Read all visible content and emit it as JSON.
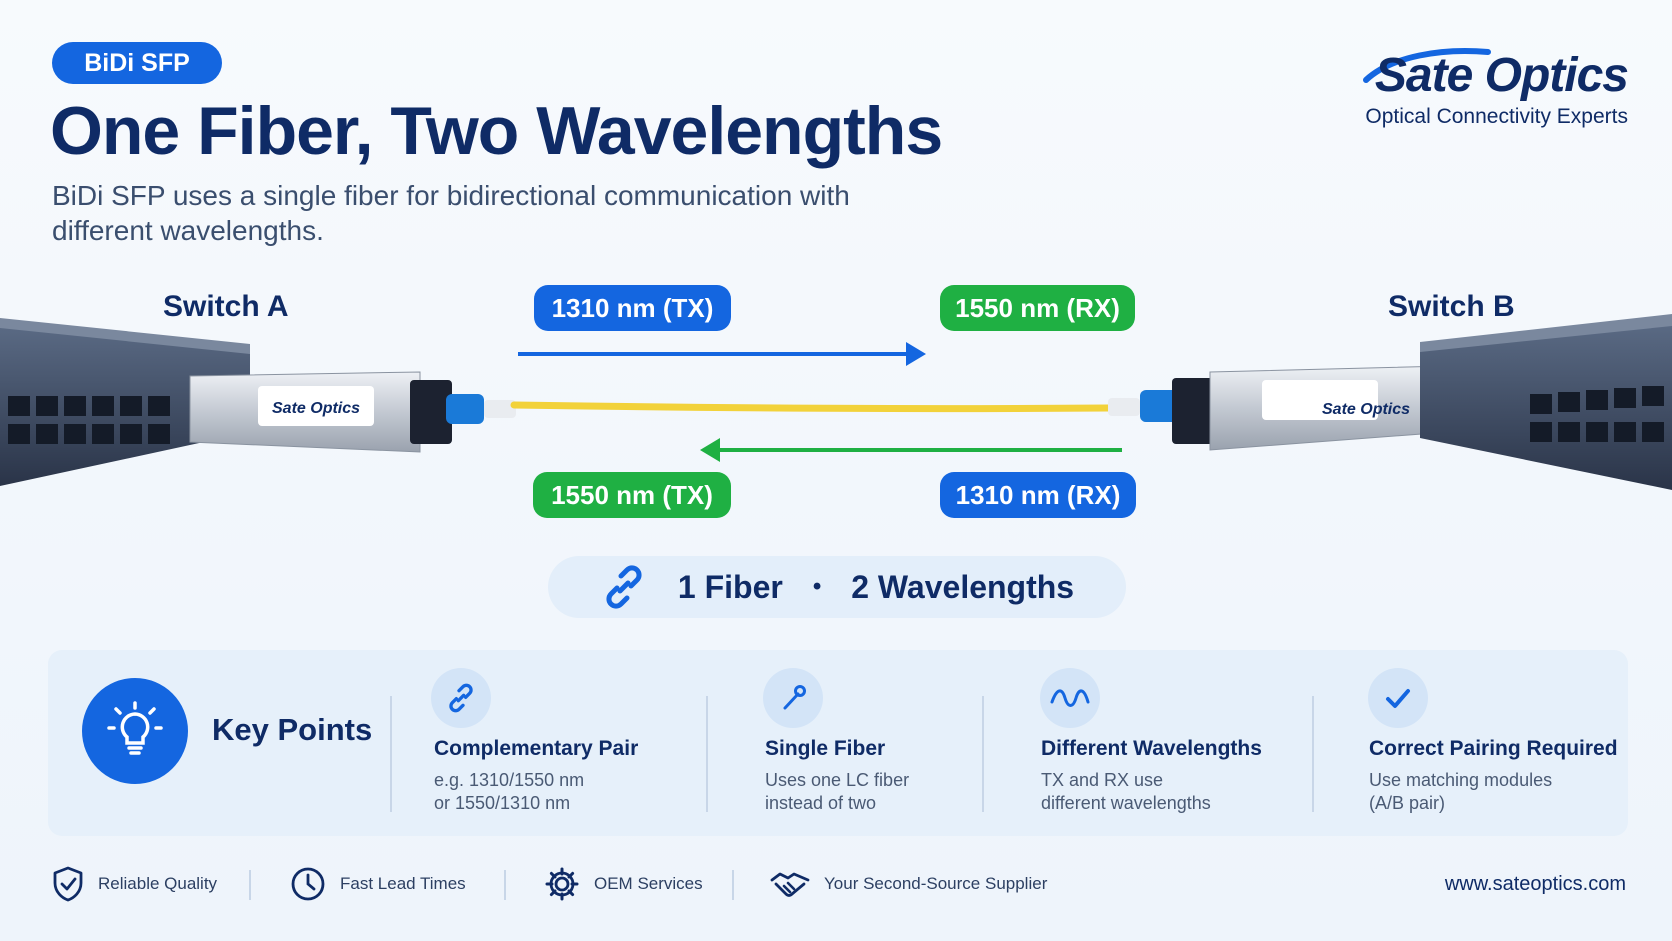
{
  "header": {
    "badge": "BiDi SFP",
    "title": "One Fiber, Two Wavelengths",
    "subtitle": "BiDi SFP uses a single fiber for bidirectional communication with different wavelengths."
  },
  "brand": {
    "name": "Sate Optics",
    "tagline": "Optical Connectivity Experts",
    "module_label": "Sate Optics"
  },
  "diagram": {
    "switch_a": "Switch A",
    "switch_b": "Switch B",
    "top_left_pill": "1310 nm (TX)",
    "top_right_pill": "1550 nm (RX)",
    "bottom_left_pill": "1550 nm (TX)",
    "bottom_right_pill": "1310 nm (RX)",
    "colors": {
      "blue": "#1466e0",
      "green": "#1fb043",
      "fiber": "#f2d23a",
      "navy": "#0f2b66"
    }
  },
  "summary": {
    "icon": "link-icon",
    "fiber": "1 Fiber",
    "separator": "•",
    "wavelengths": "2 Wavelengths"
  },
  "key_points": {
    "title": "Key Points",
    "icon": "lightbulb-icon",
    "items": [
      {
        "icon": "link-icon",
        "title": "Complementary Pair",
        "line1": "e.g. 1310/1550 nm",
        "line2": "or 1550/1310 nm"
      },
      {
        "icon": "fiber-probe-icon",
        "title": "Single Fiber",
        "line1": "Uses one LC fiber",
        "line2": "instead of two"
      },
      {
        "icon": "wave-icon",
        "title": "Different Wavelengths",
        "line1": "TX and RX use",
        "line2": "different wavelengths"
      },
      {
        "icon": "check-icon",
        "title": "Correct Pairing Required",
        "line1": "Use matching modules",
        "line2": "(A/B pair)"
      }
    ]
  },
  "footer": {
    "items": [
      {
        "icon": "shield-check-icon",
        "label": "Reliable Quality"
      },
      {
        "icon": "clock-icon",
        "label": "Fast Lead Times"
      },
      {
        "icon": "gear-icon",
        "label": "OEM Services"
      },
      {
        "icon": "handshake-icon",
        "label": "Your Second-Source Supplier"
      }
    ],
    "website": "www.sateoptics.com"
  }
}
